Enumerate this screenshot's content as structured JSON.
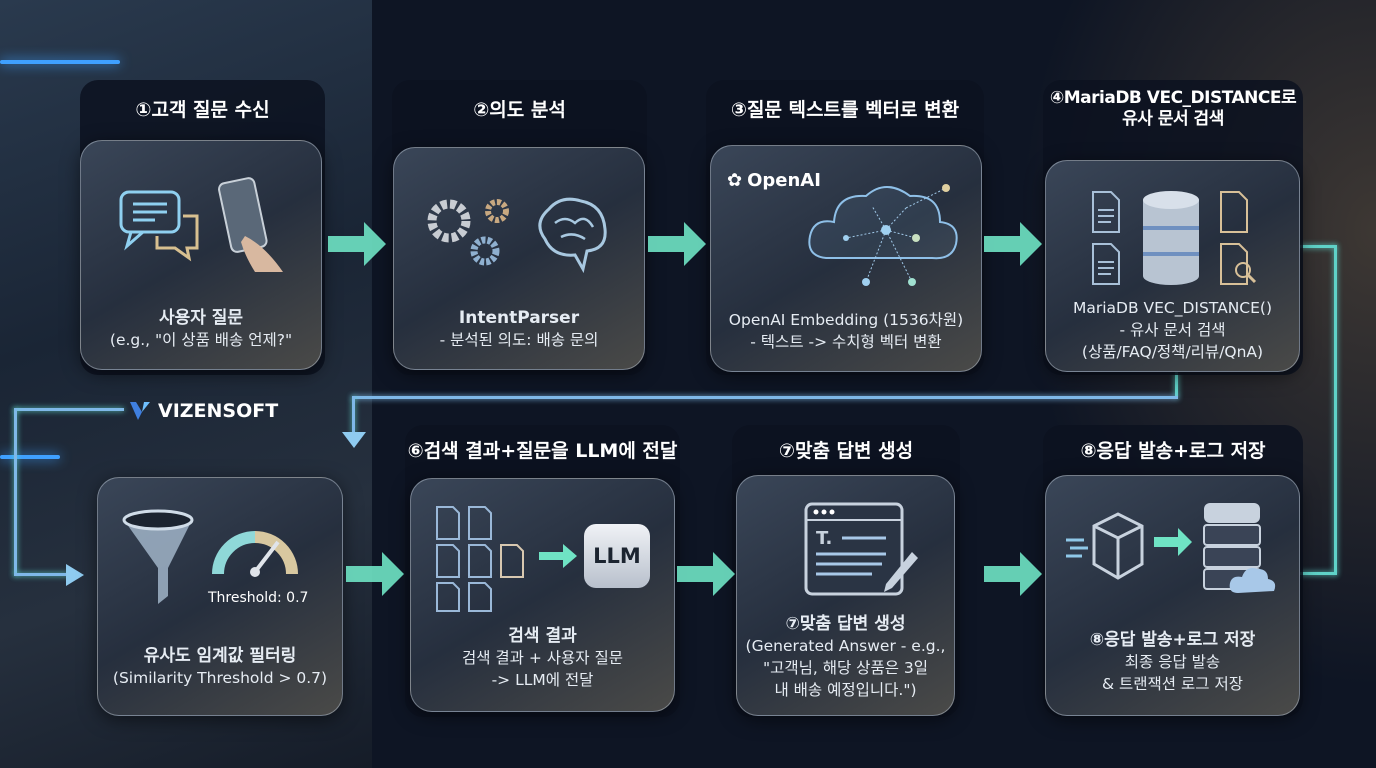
{
  "brand": {
    "logo": "VIZENSOFT"
  },
  "colors": {
    "arrow": "#6fe3c4",
    "connector": "#5fd2c8",
    "background": "#0e1524"
  },
  "steps": [
    {
      "title": "①고객 질문 수신",
      "heading": "사용자 질문",
      "lines": [
        "(e.g., \"이 상품 배송 언제?\""
      ],
      "icons": [
        "chat-bubble-icon",
        "smartphone-icon"
      ]
    },
    {
      "title": "②의도 분석",
      "heading": "IntentParser",
      "lines": [
        "- 분석된 의도: 배송 문의"
      ],
      "icons": [
        "gears-icon",
        "brain-icon"
      ]
    },
    {
      "title": "③질문 텍스트를 벡터로 변환",
      "brand": "OpenAI",
      "heading": "",
      "lines": [
        "OpenAI Embedding (1536차원)",
        "- 텍스트 -> 수치형 벡터 변환"
      ],
      "icons": [
        "openai-logo-icon",
        "neural-cloud-icon"
      ]
    },
    {
      "title": "④MariaDB VEC_DISTANCE로 유사 문서 검색",
      "heading": "",
      "lines": [
        "MariaDB VEC_DISTANCE()",
        "- 유사 문서 검색",
        "(상품/FAQ/정책/리뷰/QnA)"
      ],
      "icons": [
        "document-icon",
        "database-icon",
        "document-search-icon"
      ]
    },
    {
      "title": "",
      "heading": "유사도 임계값 필터링",
      "gauge_label": "Threshold: 0.7",
      "threshold": 0.7,
      "lines": [
        "(Similarity Threshold > 0.7)"
      ],
      "icons": [
        "funnel-icon",
        "gauge-icon"
      ]
    },
    {
      "title": "⑥검색 결과+질문을 LLM에 전달",
      "heading": "검색 결과",
      "llm_label": "LLM",
      "lines": [
        "검색 결과 + 사용자 질문",
        "-> LLM에 전달"
      ],
      "icons": [
        "documents-icon",
        "llm-box-icon"
      ]
    },
    {
      "title": "⑦맞춤 답변 생성",
      "heading": "⑦맞춤 답변 생성",
      "lines": [
        "(Generated Answer - e.g.,",
        "\"고객님, 해당 상품은 3일",
        "내 배송 예정입니다.\")"
      ],
      "icons": [
        "text-editor-icon",
        "pencil-icon"
      ]
    },
    {
      "title": "⑧응답 발송+로그 저장",
      "heading": "⑧응답 발송+로그 저장",
      "lines": [
        "최종 응답 발송",
        "& 트랜잭션 로그 저장"
      ],
      "icons": [
        "package-icon",
        "server-cloud-icon"
      ]
    }
  ]
}
